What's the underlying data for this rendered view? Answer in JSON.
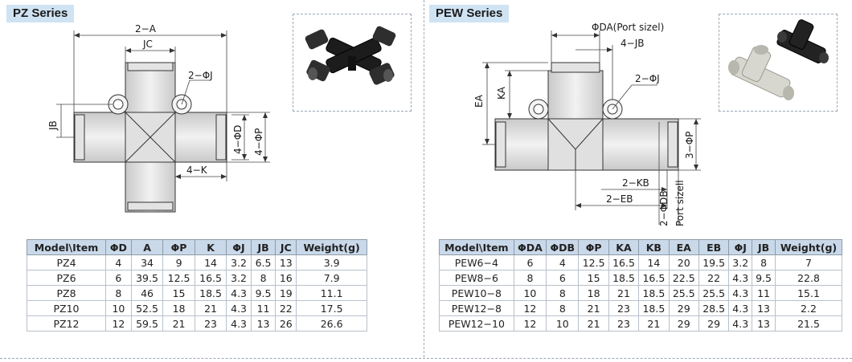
{
  "pz": {
    "title": "PZ Series",
    "dims": {
      "a": "2−A",
      "jc": "JC",
      "j": "2−ΦJ",
      "jb": "JB",
      "d": "4−ΦD",
      "p": "4−ΦP",
      "k": "4−K"
    },
    "table": {
      "headers": [
        "Model\\Item",
        "ΦD",
        "A",
        "ΦP",
        "K",
        "ΦJ",
        "JB",
        "JC",
        "Weight(g)"
      ],
      "rows": [
        [
          "PZ4",
          "4",
          "34",
          "9",
          "14",
          "3.2",
          "6.5",
          "13",
          "3.9"
        ],
        [
          "PZ6",
          "6",
          "39.5",
          "12.5",
          "16.5",
          "3.2",
          "8",
          "16",
          "7.9"
        ],
        [
          "PZ8",
          "8",
          "46",
          "15",
          "18.5",
          "4.3",
          "9.5",
          "19",
          "11.1"
        ],
        [
          "PZ10",
          "10",
          "52.5",
          "18",
          "21",
          "4.3",
          "11",
          "22",
          "17.5"
        ],
        [
          "PZ12",
          "12",
          "59.5",
          "21",
          "23",
          "4.3",
          "13",
          "26",
          "26.6"
        ]
      ]
    }
  },
  "pew": {
    "title": "PEW Series",
    "dims": {
      "da": "ΦDA(Port sizel)",
      "jb": "4−JB",
      "j": "2−ΦJ",
      "ea": "EA",
      "ka": "KA",
      "p": "3−ΦP",
      "kb": "2−KB",
      "eb": "2−EB",
      "db": "2−ΦDB",
      "port": "Port sizell"
    },
    "table": {
      "headers": [
        "Model\\Item",
        "ΦDA",
        "ΦDB",
        "ΦP",
        "KA",
        "KB",
        "EA",
        "EB",
        "ΦJ",
        "JB",
        "Weight(g)"
      ],
      "rows": [
        [
          "PEW6−4",
          "6",
          "4",
          "12.5",
          "16.5",
          "14",
          "20",
          "19.5",
          "3.2",
          "8",
          "7"
        ],
        [
          "PEW8−6",
          "8",
          "6",
          "15",
          "18.5",
          "16.5",
          "22.5",
          "22",
          "4.3",
          "9.5",
          "22.8"
        ],
        [
          "PEW10−8",
          "10",
          "8",
          "18",
          "21",
          "18.5",
          "25.5",
          "25.5",
          "4.3",
          "11",
          "15.1"
        ],
        [
          "PEW12−8",
          "12",
          "8",
          "21",
          "23",
          "18.5",
          "29",
          "28.5",
          "4.3",
          "13",
          "2.2"
        ],
        [
          "PEW12−10",
          "12",
          "10",
          "21",
          "23",
          "21",
          "29",
          "29",
          "4.3",
          "13",
          "21.5"
        ]
      ]
    }
  }
}
